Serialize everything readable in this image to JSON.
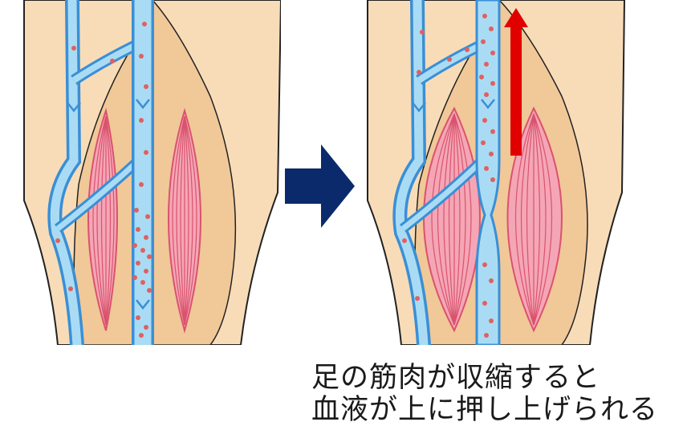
{
  "caption": {
    "line1": "足の筋肉が収縮すると",
    "line2": "血液が上に押し上げられる"
  },
  "colors": {
    "skin": "#f8dcb8",
    "muscle_region": "#f1c898",
    "muscle": "#f5a6b6",
    "muscle_line": "#d9536d",
    "vein": "#a9dcf4",
    "vein_edge": "#3a8fd6",
    "blood_cell": "#e06060",
    "arrow_between": "#0a2a6b",
    "arrow_up": "#e00000",
    "outline": "#222222"
  },
  "panels": [
    {
      "name": "relaxed",
      "state": "before"
    },
    {
      "name": "contracted",
      "state": "after"
    }
  ]
}
